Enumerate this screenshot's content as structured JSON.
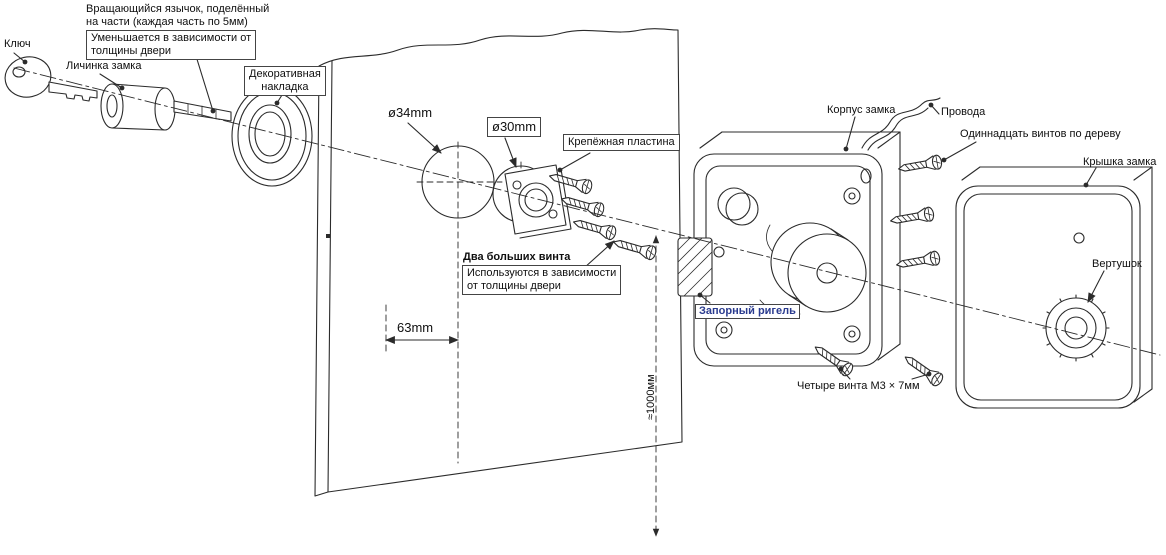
{
  "colors": {
    "line": "#2b2b2b",
    "label_text": "#0f0f0f",
    "bolt_label_text": "#2a3b8f",
    "background": "#ffffff"
  },
  "labels": {
    "key": "Ключ",
    "rotating_tongue": "Вращающийся язычок, поделённый\nна части (каждая часть по 5мм)",
    "rotating_tongue_note": "Уменьшается в зависимости от\nтолщины двери",
    "lock_cylinder": "Личинка замка",
    "decorative_plate": "Декоративная\nнакладка",
    "dia_34": "ø34mm",
    "dia_30": "ø30mm",
    "mounting_plate": "Крепёжная пластина",
    "two_big_screws": "Два больших винта",
    "two_big_screws_note": "Используются в зависимости\nот толщины двери",
    "dim_width": "63mm",
    "dim_height": "≈1000мм",
    "lock_body": "Корпус замка",
    "wires": "Провода",
    "eleven_wood_screws": "Одиннадцать винтов по дереву",
    "lock_cover": "Крышка замка",
    "thumb_turn": "Вертушок",
    "locking_bolt": "Запорный ригель",
    "four_screws": "Четыре винта М3 × 7мм"
  }
}
